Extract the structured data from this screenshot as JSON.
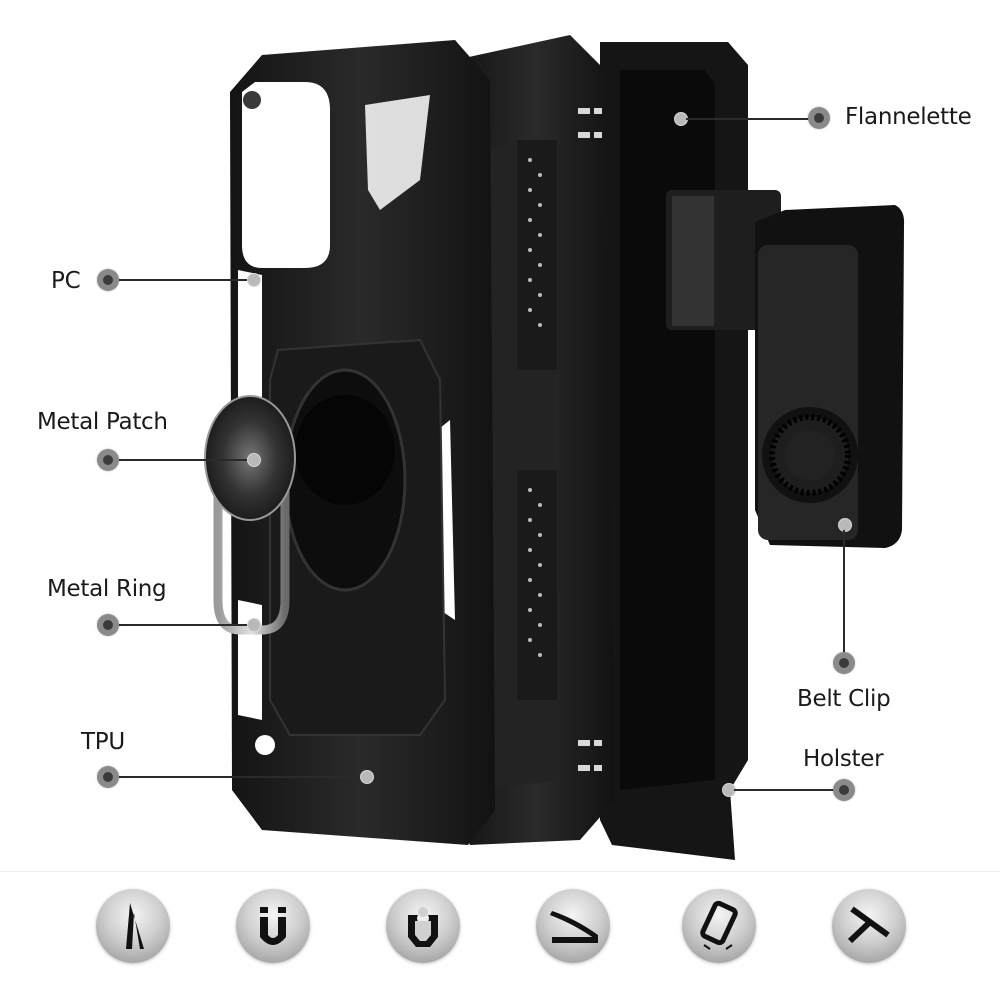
{
  "diagram": {
    "subject": "Rugged phone case with ring holder and belt-clip holster, exploded view",
    "layers": [
      {
        "id": "pc",
        "label": "PC"
      },
      {
        "id": "metal-patch",
        "label": "Metal Patch"
      },
      {
        "id": "metal-ring",
        "label": "Metal Ring"
      },
      {
        "id": "tpu",
        "label": "TPU"
      },
      {
        "id": "flannelette",
        "label": "Flannelette"
      },
      {
        "id": "belt-clip",
        "label": "Belt Clip"
      },
      {
        "id": "holster",
        "label": "Holster"
      }
    ],
    "features": [
      {
        "id": "kickstand",
        "icon": "kickstand-icon"
      },
      {
        "id": "magnetic",
        "icon": "magnet-icon"
      },
      {
        "id": "ring-holder",
        "icon": "ring-holder-icon"
      },
      {
        "id": "slim-profile",
        "icon": "slim-profile-icon"
      },
      {
        "id": "drop-protection",
        "icon": "drop-protection-icon"
      },
      {
        "id": "stand",
        "icon": "stand-icon"
      }
    ]
  },
  "colors": {
    "background": "#ffffff",
    "case": "#1c1c1c",
    "leader_line": "#2a2a2a",
    "dot_outer": "#8a8a8a",
    "dot_inner": "#3b3b3b",
    "text": "#1a1a1a"
  }
}
